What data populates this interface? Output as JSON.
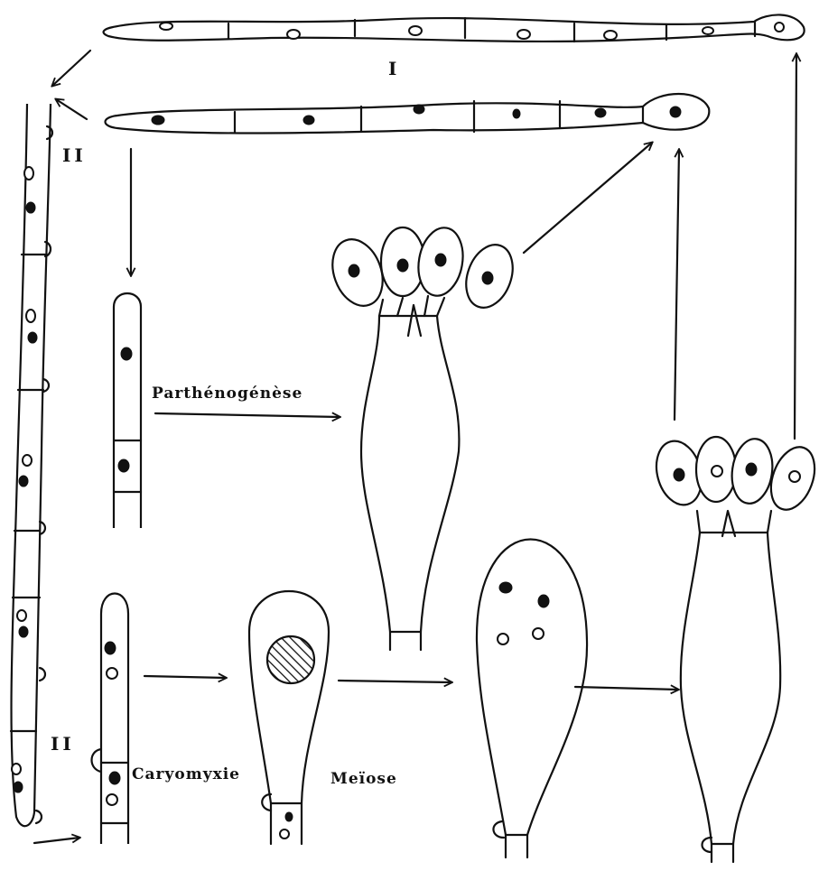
{
  "colors": {
    "ink": "#111111",
    "background": "#ffffff"
  },
  "labels": {
    "generation_I": "I",
    "generation_II_top": "II",
    "generation_II_bottom": "II",
    "parthenogenesis": "Parthénogénèse",
    "karyomixis": "Caryomyxie",
    "meiosis": "Meïose"
  }
}
